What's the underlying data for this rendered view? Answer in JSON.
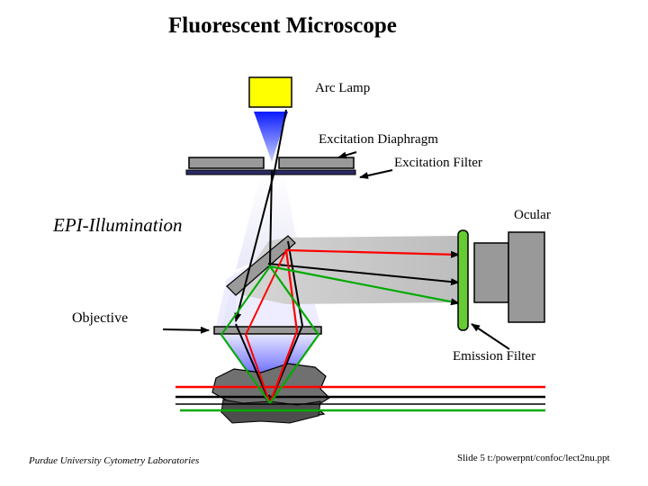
{
  "slide": {
    "title": "Fluorescent  Microscope",
    "labels": {
      "arc_lamp": "Arc Lamp",
      "excitation_diaphragm": "Excitation Diaphragm",
      "excitation_filter": "Excitation Filter",
      "epi_illumination": "EPI-Illumination",
      "ocular": "Ocular",
      "objective": "Objective",
      "emission_filter": "Emission Filter"
    },
    "footer_left": "Purdue University Cytometry Laboratories",
    "footer_right": "Slide 5  t:/powerpnt/confoc/lect2nu.ppt"
  },
  "colors": {
    "lamp": "#ffff00",
    "excitation_light": "#0000ff",
    "emission_red": "#ff0000",
    "emission_green": "#00aa00",
    "emission_filter": "#66cc33",
    "hardware_gray": "#999999"
  }
}
